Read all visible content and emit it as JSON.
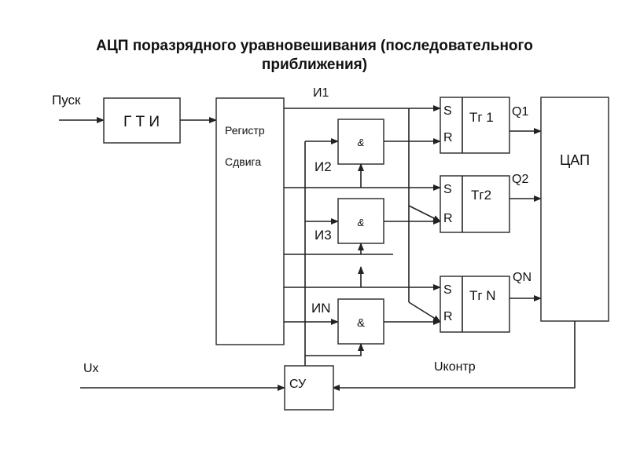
{
  "title": {
    "line1": "АЦП поразрядного уравновешивания (последовательного",
    "line2": "приближения)"
  },
  "labels": {
    "start": "Пуск",
    "gti": "Г Т И",
    "register_line1": "Регистр",
    "register_line2": "Сдвига",
    "and1": "И1",
    "and2": "И2",
    "and3": "И3",
    "andN": "ИN",
    "and_symbol": "&",
    "s": "S",
    "r": "R",
    "tg1": "Тг 1",
    "tg2": "Тг2",
    "tgN": "Тг N",
    "q1": "Q1",
    "q2": "Q2",
    "qN": "QN",
    "dac": "ЦАП",
    "comparator": "СУ",
    "ux": "Ux",
    "ucontr": "Uконтр"
  }
}
